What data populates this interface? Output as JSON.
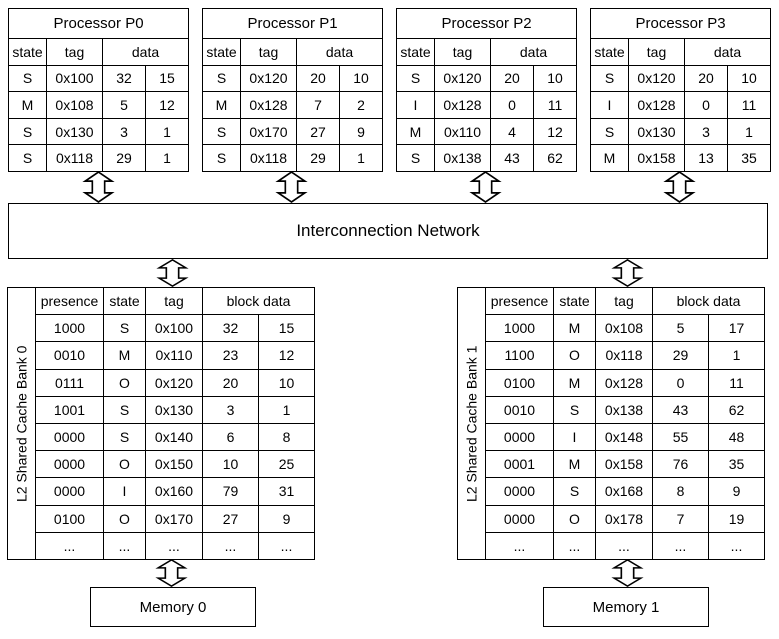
{
  "network": {
    "label": "Interconnection Network"
  },
  "processors": [
    {
      "title": "Processor P0",
      "col_headers": [
        "state",
        "tag",
        "data"
      ],
      "rows": [
        [
          "S",
          "0x100",
          "32",
          "15"
        ],
        [
          "M",
          "0x108",
          "5",
          "12"
        ],
        [
          "S",
          "0x130",
          "3",
          "1"
        ],
        [
          "S",
          "0x118",
          "29",
          "1"
        ]
      ]
    },
    {
      "title": "Processor P1",
      "col_headers": [
        "state",
        "tag",
        "data"
      ],
      "rows": [
        [
          "S",
          "0x120",
          "20",
          "10"
        ],
        [
          "M",
          "0x128",
          "7",
          "2"
        ],
        [
          "S",
          "0x170",
          "27",
          "9"
        ],
        [
          "S",
          "0x118",
          "29",
          "1"
        ]
      ]
    },
    {
      "title": "Processor P2",
      "col_headers": [
        "state",
        "tag",
        "data"
      ],
      "rows": [
        [
          "S",
          "0x120",
          "20",
          "10"
        ],
        [
          "I",
          "0x128",
          "0",
          "11"
        ],
        [
          "M",
          "0x110",
          "4",
          "12"
        ],
        [
          "S",
          "0x138",
          "43",
          "62"
        ]
      ]
    },
    {
      "title": "Processor P3",
      "col_headers": [
        "state",
        "tag",
        "data"
      ],
      "rows": [
        [
          "S",
          "0x120",
          "20",
          "10"
        ],
        [
          "I",
          "0x128",
          "0",
          "11"
        ],
        [
          "S",
          "0x130",
          "3",
          "1"
        ],
        [
          "M",
          "0x158",
          "13",
          "35"
        ]
      ]
    }
  ],
  "cache_banks": [
    {
      "side_label": "L2 Shared Cache Bank 0",
      "col_headers": [
        "presence",
        "state",
        "tag",
        "block data"
      ],
      "rows": [
        [
          "1000",
          "S",
          "0x100",
          "32",
          "15"
        ],
        [
          "0010",
          "M",
          "0x110",
          "23",
          "12"
        ],
        [
          "0111",
          "O",
          "0x120",
          "20",
          "10"
        ],
        [
          "1001",
          "S",
          "0x130",
          "3",
          "1"
        ],
        [
          "0000",
          "S",
          "0x140",
          "6",
          "8"
        ],
        [
          "0000",
          "O",
          "0x150",
          "10",
          "25"
        ],
        [
          "0000",
          "I",
          "0x160",
          "79",
          "31"
        ],
        [
          "0100",
          "O",
          "0x170",
          "27",
          "9"
        ],
        [
          "...",
          "...",
          "...",
          "...",
          "..."
        ]
      ]
    },
    {
      "side_label": "L2 Shared Cache Bank 1",
      "col_headers": [
        "presence",
        "state",
        "tag",
        "block data"
      ],
      "rows": [
        [
          "1000",
          "M",
          "0x108",
          "5",
          "17"
        ],
        [
          "1100",
          "O",
          "0x118",
          "29",
          "1"
        ],
        [
          "0100",
          "M",
          "0x128",
          "0",
          "11"
        ],
        [
          "0010",
          "S",
          "0x138",
          "43",
          "62"
        ],
        [
          "0000",
          "I",
          "0x148",
          "55",
          "48"
        ],
        [
          "0001",
          "M",
          "0x158",
          "76",
          "35"
        ],
        [
          "0000",
          "S",
          "0x168",
          "8",
          "9"
        ],
        [
          "0000",
          "O",
          "0x178",
          "7",
          "19"
        ],
        [
          "...",
          "...",
          "...",
          "...",
          "..."
        ]
      ]
    }
  ],
  "memories": [
    {
      "label": "Memory 0"
    },
    {
      "label": "Memory 1"
    }
  ],
  "icons": {
    "link_arrow": "up-down-double-arrow"
  },
  "colors": {
    "border": "#000000",
    "background": "#ffffff",
    "text": "#000000"
  }
}
